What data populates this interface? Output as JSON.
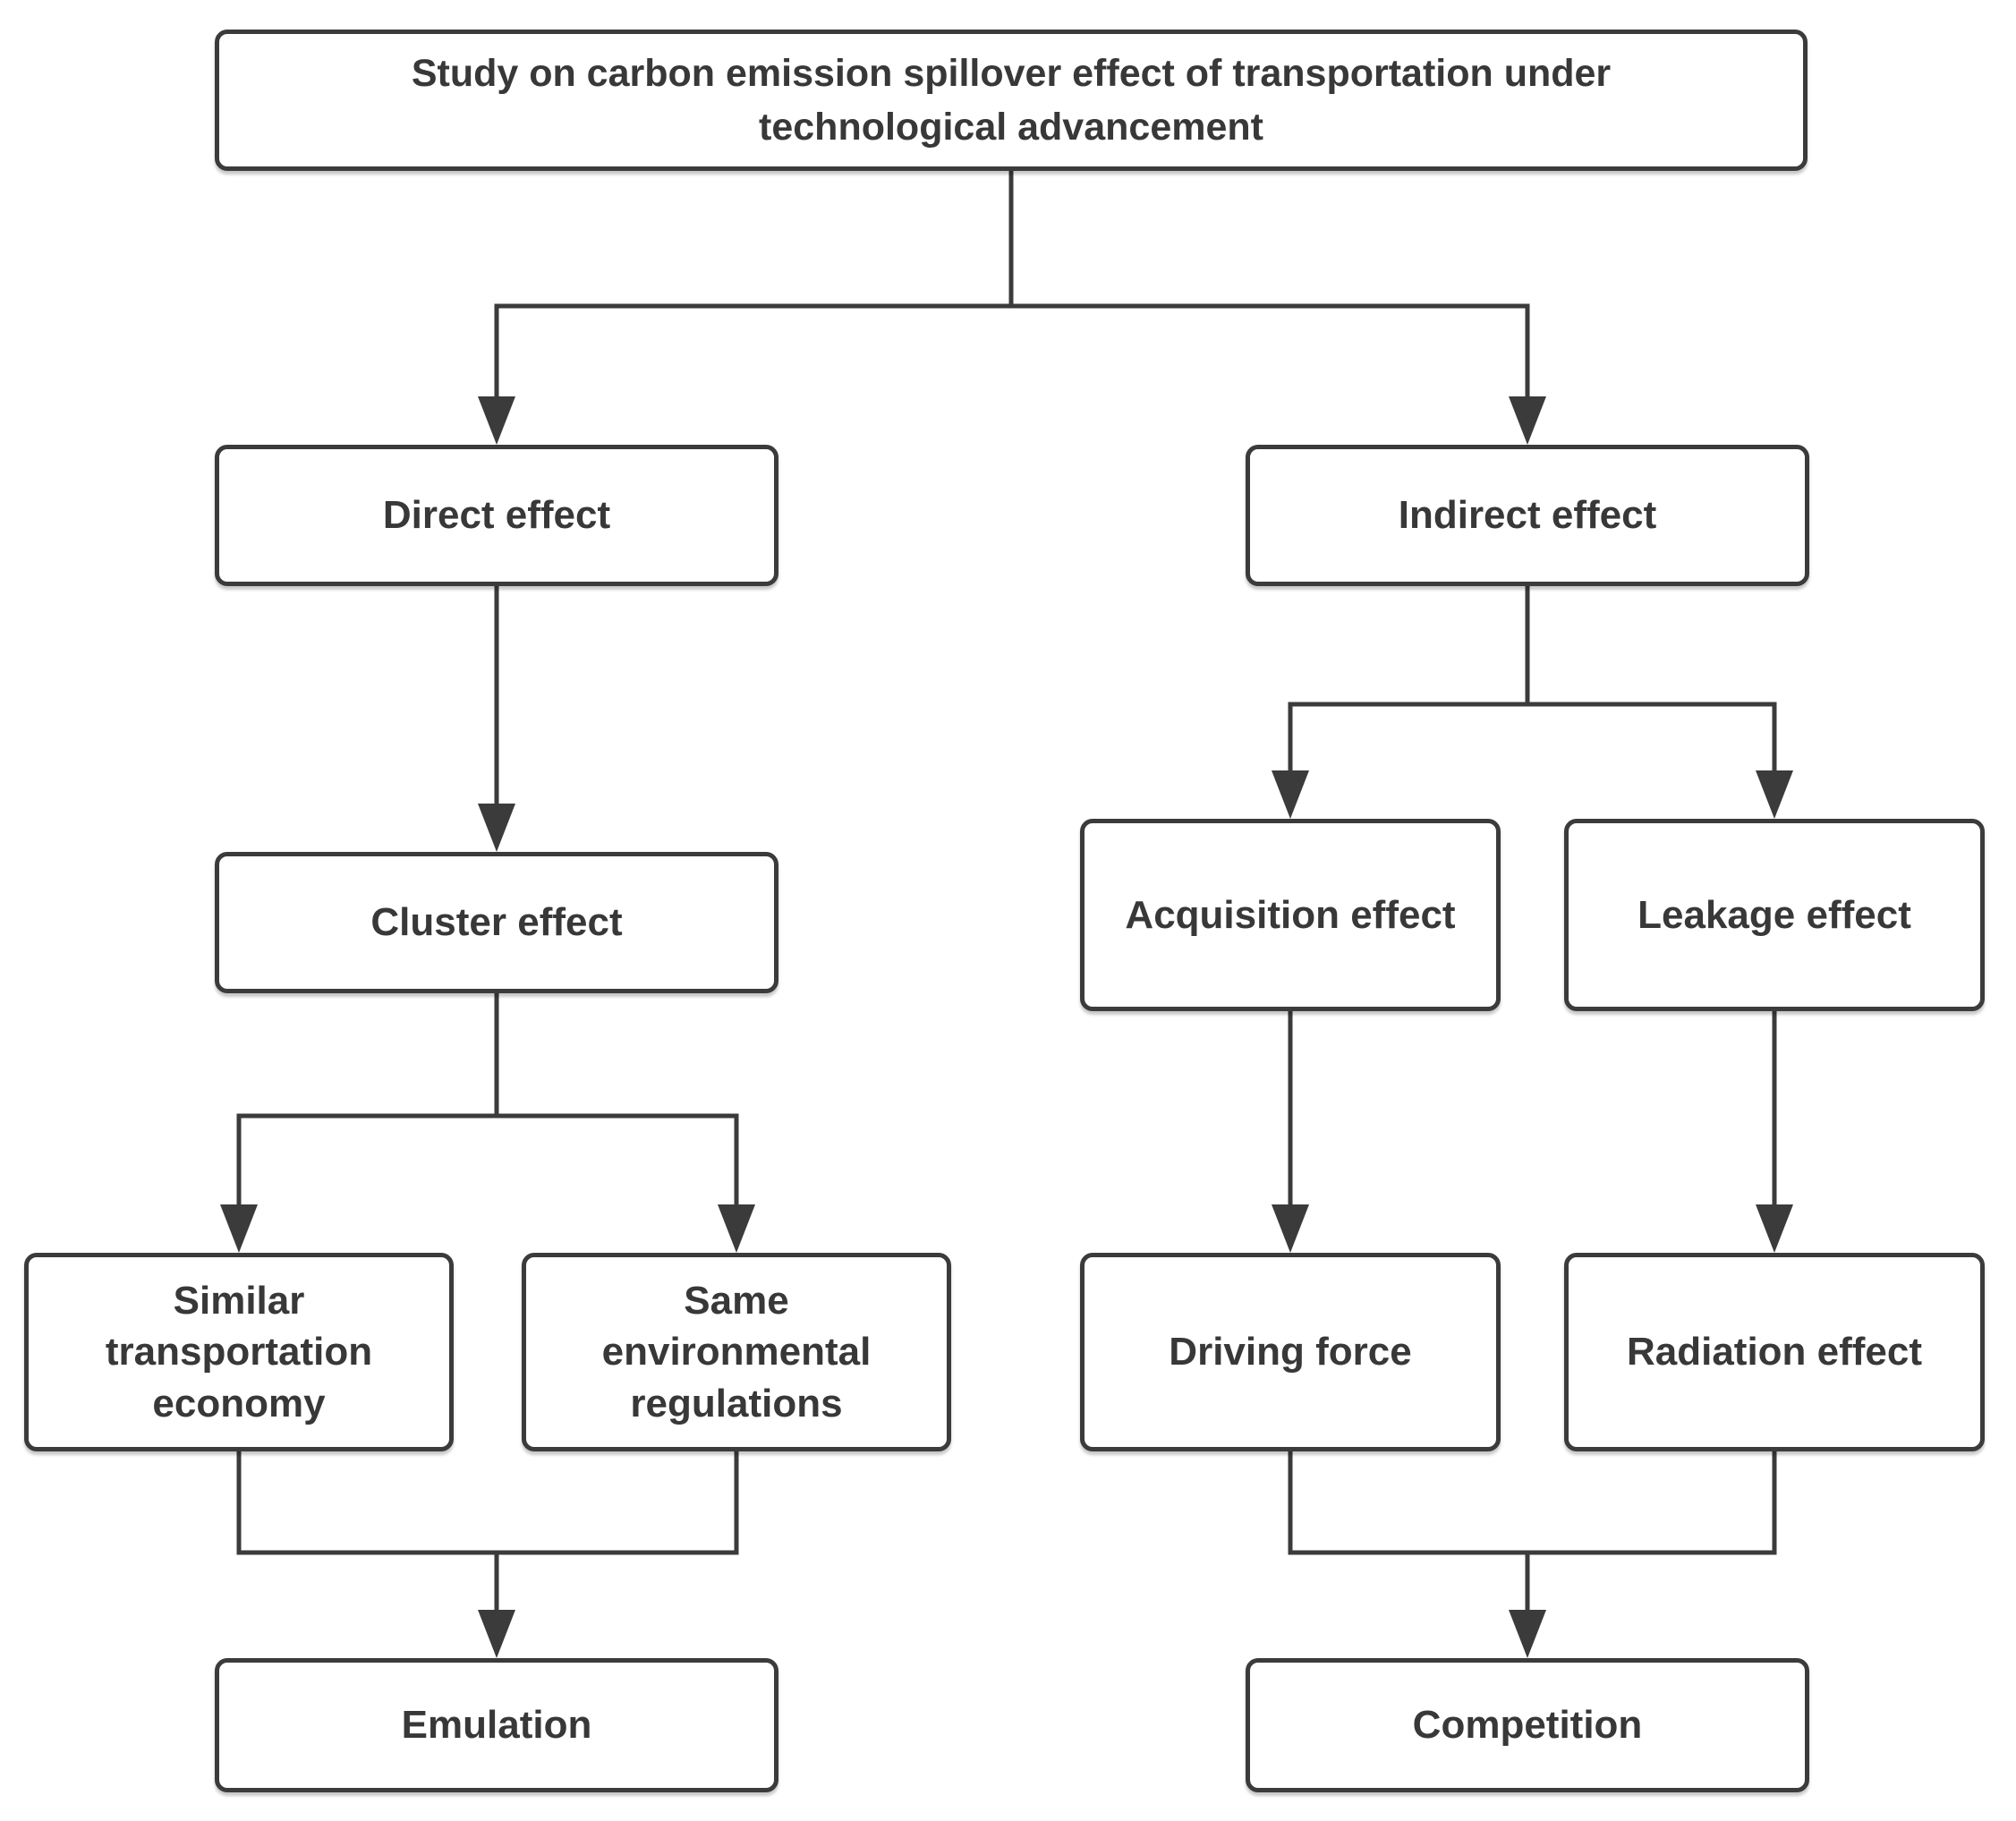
{
  "diagram": {
    "type": "flowchart",
    "nodes": {
      "title": {
        "label": "Study on carbon emission spillover effect of transportation under technological advancement"
      },
      "direct": {
        "label": "Direct effect"
      },
      "indirect": {
        "label": "Indirect effect"
      },
      "cluster": {
        "label": "Cluster effect"
      },
      "acquisition": {
        "label": "Acquisition effect"
      },
      "leakage": {
        "label": "Leakage effect"
      },
      "similar": {
        "label": "Similar transportation economy"
      },
      "same": {
        "label": "Same environmental regulations"
      },
      "driving": {
        "label": "Driving force"
      },
      "radiation": {
        "label": "Radiation effect"
      },
      "emulation": {
        "label": "Emulation"
      },
      "competition": {
        "label": "Competition"
      }
    },
    "edges": [
      {
        "from": "title",
        "to": "direct"
      },
      {
        "from": "title",
        "to": "indirect"
      },
      {
        "from": "direct",
        "to": "cluster"
      },
      {
        "from": "cluster",
        "to": "similar"
      },
      {
        "from": "cluster",
        "to": "same"
      },
      {
        "from": "similar",
        "to": "emulation"
      },
      {
        "from": "same",
        "to": "emulation"
      },
      {
        "from": "indirect",
        "to": "acquisition"
      },
      {
        "from": "indirect",
        "to": "leakage"
      },
      {
        "from": "acquisition",
        "to": "driving"
      },
      {
        "from": "leakage",
        "to": "radiation"
      },
      {
        "from": "driving",
        "to": "competition"
      },
      {
        "from": "radiation",
        "to": "competition"
      }
    ],
    "colors": {
      "line": "#3b3b3b",
      "box_border": "#3b3b3b",
      "text": "#383838",
      "background": "#ffffff"
    }
  }
}
